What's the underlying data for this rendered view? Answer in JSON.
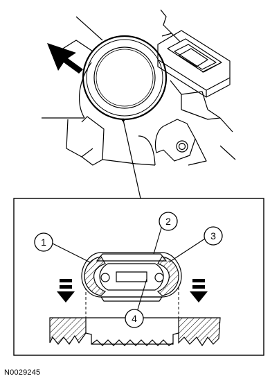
{
  "figure": {
    "id": "N0029245"
  },
  "callouts": [
    {
      "number": "1"
    },
    {
      "number": "2"
    },
    {
      "number": "3"
    },
    {
      "number": "4"
    }
  ],
  "colors": {
    "line": "#000000",
    "background": "#ffffff"
  }
}
